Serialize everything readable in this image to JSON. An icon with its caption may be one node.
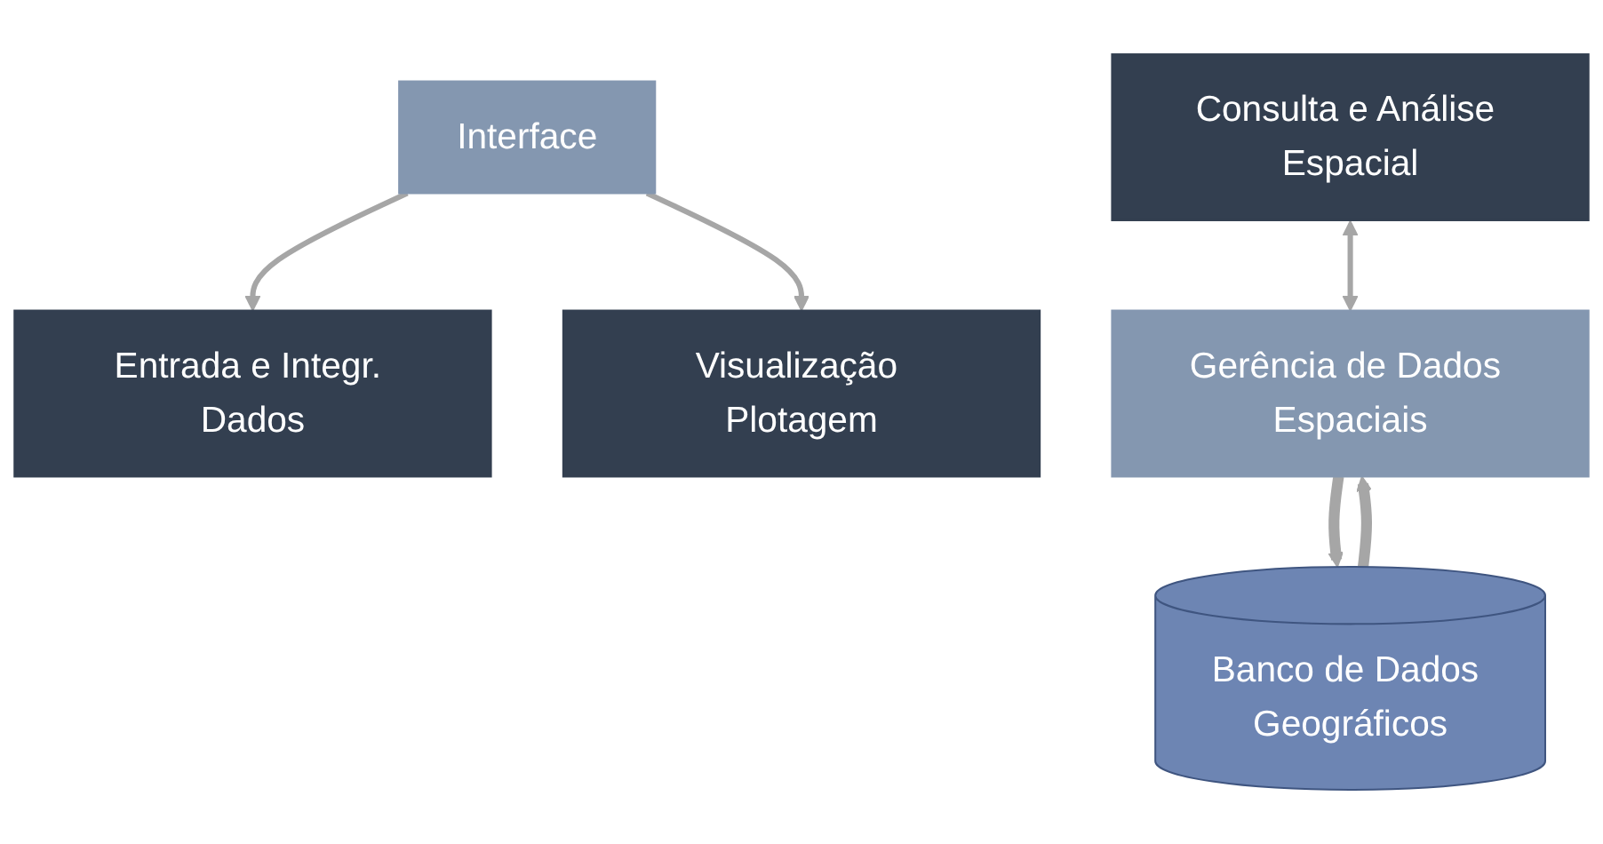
{
  "diagram": {
    "nodes": [
      {
        "text": [
          "Interface"
        ]
      },
      {
        "text": [
          "Entrada e Integr. Dados"
        ]
      },
      {
        "text": [
          "Consulta e Análise Espacial"
        ]
      },
      {
        "text": [
          "Visualização Plotagem"
        ]
      },
      {
        "text": [
          "Gerência de Dados Espaciais"
        ]
      },
      {
        "text": [
          "Banco de Dados Geográficos"
        ]
      }
    ],
    "edges": [
      {
        "from": 0,
        "to": 1,
        "arrow": "to"
      },
      {
        "from": 0,
        "to": 3,
        "arrow": "to"
      },
      {
        "from": 2,
        "to": 4,
        "arrow": "both"
      },
      {
        "from": 4,
        "to": 5,
        "arrow": "to",
        "style": "thick"
      },
      {
        "from": 5,
        "to": 4,
        "arrow": "to",
        "style": "thick"
      }
    ]
  }
}
